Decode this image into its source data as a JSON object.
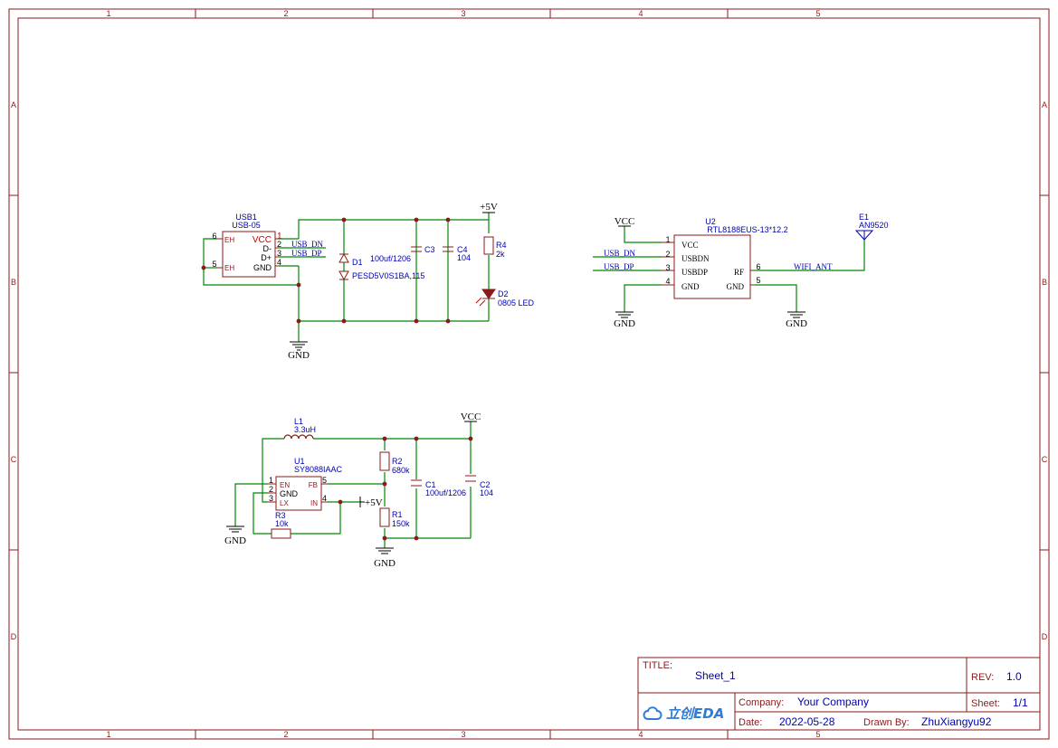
{
  "frame": {
    "columns": [
      "1",
      "2",
      "3",
      "4",
      "5"
    ],
    "rows": [
      "A",
      "B",
      "C",
      "D"
    ]
  },
  "power": {
    "plus5v": "+5V",
    "vcc": "VCC",
    "gnd": "GND"
  },
  "usb1": {
    "ref": "USB1",
    "value": "USB-05",
    "pins": {
      "vcc": "VCC",
      "dm": "D-",
      "dp": "D+",
      "gnd": "GND",
      "eh": "EH",
      "n1": "1",
      "n2": "2",
      "n3": "3",
      "n4": "4",
      "n5": "5",
      "n6": "6"
    }
  },
  "nets": {
    "usb_dn": "USB_DN",
    "usb_dp": "USB_DP",
    "wifi_ant": "WIFI_ANT"
  },
  "d1": {
    "ref": "D1",
    "value": "PESD5V0S1BA,115"
  },
  "c3": {
    "ref": "C3",
    "value": "100uf/1206"
  },
  "c4": {
    "ref": "C4",
    "value": "104"
  },
  "r4": {
    "ref": "R4",
    "value": "2k"
  },
  "d2": {
    "ref": "D2",
    "value": "0805 LED"
  },
  "u2": {
    "ref": "U2",
    "value": "RTL8188EUS-13*12.2",
    "pins": {
      "vcc": "VCC",
      "usbdn": "USBDN",
      "usbdp": "USBDP",
      "gnd": "GND",
      "rf": "RF",
      "gnd2": "GND",
      "n1": "1",
      "n2": "2",
      "n3": "3",
      "n4": "4",
      "n5": "5",
      "n6": "6"
    }
  },
  "e1": {
    "ref": "E1",
    "value": "AN9520"
  },
  "l1": {
    "ref": "L1",
    "value": "3.3uH"
  },
  "u1": {
    "ref": "U1",
    "value": "SY8088IAAC",
    "pins": {
      "en": "EN",
      "gnd": "GND",
      "lx": "LX",
      "fb": "FB",
      "in": "IN",
      "n1": "1",
      "n2": "2",
      "n3": "3",
      "n4": "4",
      "n5": "5"
    }
  },
  "r3": {
    "ref": "R3",
    "value": "10k"
  },
  "r2": {
    "ref": "R2",
    "value": "680k"
  },
  "r1": {
    "ref": "R1",
    "value": "150k"
  },
  "c1": {
    "ref": "C1",
    "value": "100uf/1206"
  },
  "c2": {
    "ref": "C2",
    "value": "104"
  },
  "title_block": {
    "title_label": "TITLE:",
    "title": "Sheet_1",
    "rev_label": "REV:",
    "rev": "1.0",
    "logo_text": "立创EDA",
    "company_label": "Company:",
    "company": "Your Company",
    "sheet_label": "Sheet:",
    "sheet": "1/1",
    "date_label": "Date:",
    "date": "2022-05-28",
    "drawn_label": "Drawn By:",
    "drawn_by": "ZhuXiangyu92"
  }
}
